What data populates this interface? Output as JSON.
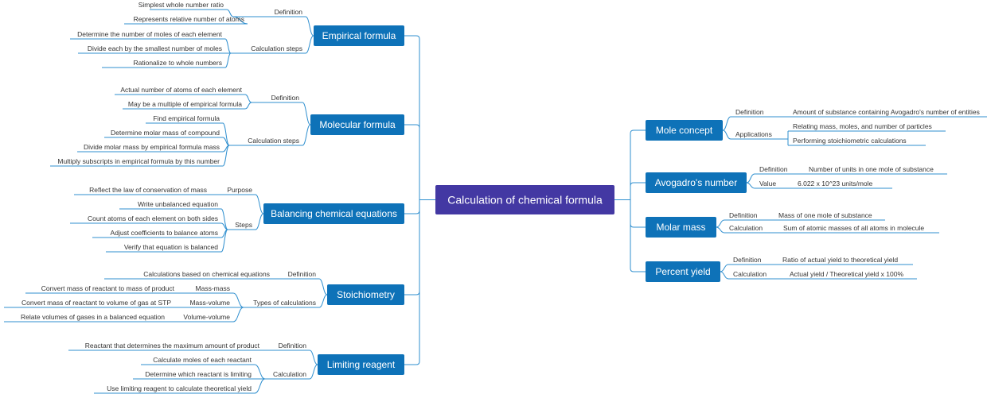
{
  "root": "Calculation of chemical formula",
  "left": [
    {
      "label": "Empirical formula",
      "children": [
        {
          "label": "Definition",
          "children": [
            {
              "label": "Simplest whole number ratio"
            },
            {
              "label": "Represents relative number of atoms"
            }
          ]
        },
        {
          "label": "Calculation steps",
          "children": [
            {
              "label": "Determine the number of moles of each element"
            },
            {
              "label": "Divide each by the smallest number of moles"
            },
            {
              "label": "Rationalize to whole numbers"
            }
          ]
        }
      ]
    },
    {
      "label": "Molecular formula",
      "children": [
        {
          "label": "Definition",
          "children": [
            {
              "label": "Actual number of atoms of each element"
            },
            {
              "label": "May be a multiple of empirical formula"
            }
          ]
        },
        {
          "label": "Calculation steps",
          "children": [
            {
              "label": "Find empirical formula"
            },
            {
              "label": "Determine molar mass of compound"
            },
            {
              "label": "Divide molar mass by empirical formula mass"
            },
            {
              "label": "Multiply subscripts in empirical formula by this number"
            }
          ]
        }
      ]
    },
    {
      "label": "Balancing chemical equations",
      "children": [
        {
          "label": "Purpose",
          "children": [
            {
              "label": "Reflect the law of conservation of mass"
            }
          ]
        },
        {
          "label": "Steps",
          "children": [
            {
              "label": "Write unbalanced equation"
            },
            {
              "label": "Count atoms of each element on both sides"
            },
            {
              "label": "Adjust coefficients to balance atoms"
            },
            {
              "label": "Verify that equation is balanced"
            }
          ]
        }
      ]
    },
    {
      "label": "Stoichiometry",
      "children": [
        {
          "label": "Definition",
          "children": [
            {
              "label": "Calculations based on chemical equations"
            }
          ]
        },
        {
          "label": "Types of calculations",
          "children": [
            {
              "label": "Mass-mass",
              "children": [
                {
                  "label": "Convert mass of reactant to mass of product"
                }
              ]
            },
            {
              "label": "Mass-volume",
              "children": [
                {
                  "label": "Convert mass of reactant to volume of gas at STP"
                }
              ]
            },
            {
              "label": "Volume-volume",
              "children": [
                {
                  "label": "Relate volumes of gases in a balanced equation"
                }
              ]
            }
          ]
        }
      ]
    },
    {
      "label": "Limiting reagent",
      "children": [
        {
          "label": "Definition",
          "children": [
            {
              "label": "Reactant that determines the maximum amount of product"
            }
          ]
        },
        {
          "label": "Calculation",
          "children": [
            {
              "label": "Calculate moles of each reactant"
            },
            {
              "label": "Determine which reactant is limiting"
            },
            {
              "label": "Use limiting reagent to calculate theoretical yield"
            }
          ]
        }
      ]
    }
  ],
  "right": [
    {
      "label": "Mole concept",
      "children": [
        {
          "label": "Definition",
          "children": [
            {
              "label": "Amount of substance containing Avogadro's number of entities"
            }
          ]
        },
        {
          "label": "Applications",
          "children": [
            {
              "label": "Relating mass, moles, and number of particles"
            },
            {
              "label": "Performing stoichiometric calculations"
            }
          ]
        }
      ]
    },
    {
      "label": "Avogadro's number",
      "children": [
        {
          "label": "Definition",
          "children": [
            {
              "label": "Number of units in one mole of substance"
            }
          ]
        },
        {
          "label": "Value",
          "children": [
            {
              "label": "6.022 x 10^23 units/mole"
            }
          ]
        }
      ]
    },
    {
      "label": "Molar mass",
      "children": [
        {
          "label": "Definition",
          "children": [
            {
              "label": "Mass of one mole of substance"
            }
          ]
        },
        {
          "label": "Calculation",
          "children": [
            {
              "label": "Sum of atomic masses of all atoms in molecule"
            }
          ]
        }
      ]
    },
    {
      "label": "Percent yield",
      "children": [
        {
          "label": "Definition",
          "children": [
            {
              "label": "Ratio of actual yield to theoretical yield"
            }
          ]
        },
        {
          "label": "Calculation",
          "children": [
            {
              "label": "Actual yield / Theoretical yield x 100%"
            }
          ]
        }
      ]
    }
  ]
}
